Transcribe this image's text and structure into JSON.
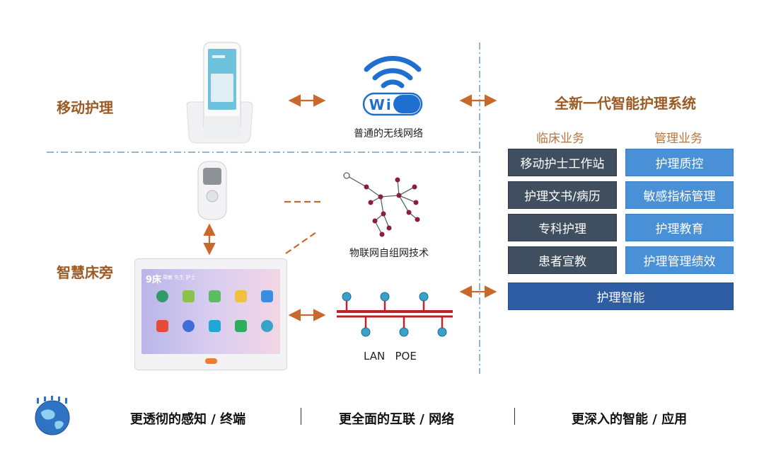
{
  "sections": {
    "mobile": "移动护理",
    "bedside": "智慧床旁"
  },
  "wifi": {
    "logo_text": "Wi Fi",
    "caption": "普通的无线网络"
  },
  "iot": {
    "caption": "物联网自组网技术"
  },
  "lan": {
    "caption": "LAN   POE"
  },
  "system": {
    "title": "全新一代智能护理系统",
    "clinical_title": "临床业务",
    "management_title": "管理业务",
    "clinical_items": [
      "移动护士工作站",
      "护理文书/病历",
      "专科护理",
      "患者宣教"
    ],
    "management_items": [
      "护理质控",
      "敏感指标管理",
      "护理教育",
      "护理管理绩效"
    ],
    "intelligence": "护理智能"
  },
  "tablet": {
    "bed_label": "9床",
    "patient_info": "周敏 先生 护士",
    "button": ""
  },
  "bottom": {
    "perception": "更透彻的感知 / 终端",
    "network": "更全面的互联 / 网络",
    "application": "更深入的智能 / 应用"
  },
  "colors": {
    "accent_brown": "#9b5a23",
    "arrow_orange": "#c8682a",
    "dark_box": "#3f4f5f",
    "blue_box": "#4a90d6",
    "navy_box": "#2f5da4",
    "wifi_blue": "#1f6fd0",
    "lan_red": "#c0202a",
    "lan_node": "#3aa0c8"
  }
}
